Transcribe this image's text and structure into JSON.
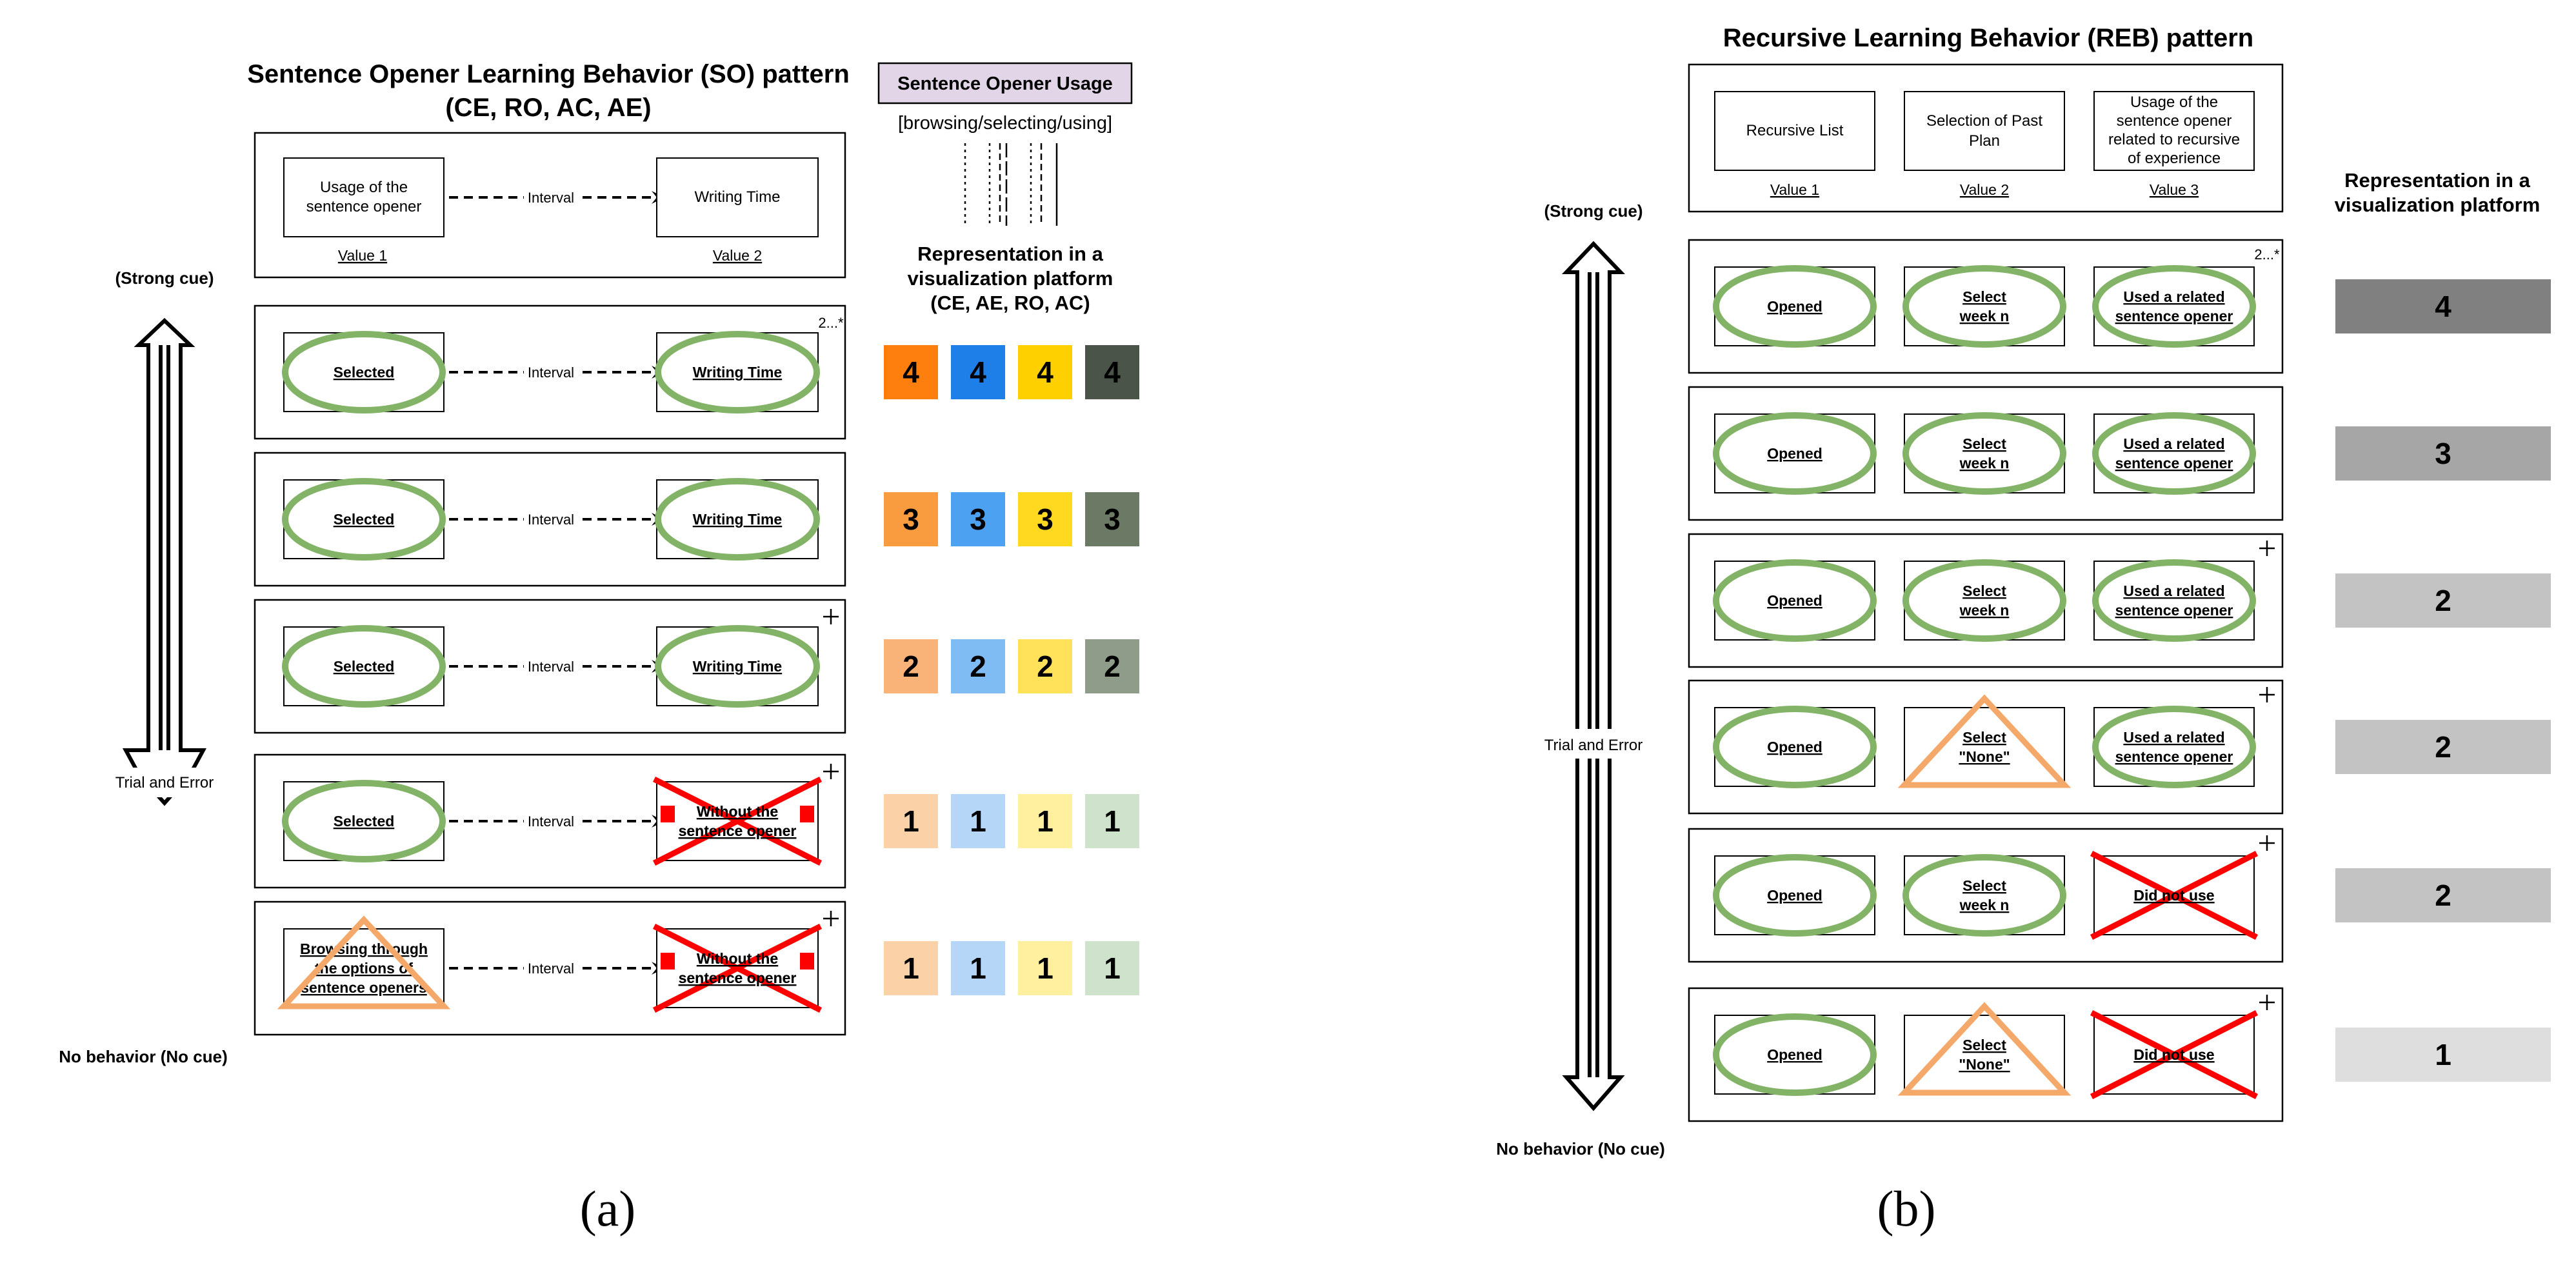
{
  "panel_a": {
    "title_line1": "Sentence Opener Learning Behavior (SO) pattern",
    "title_line2": "(CE, RO, AC, AE)",
    "usage_tag": "Sentence Opener Usage",
    "usage_bracket": "[browsing/selecting/using]",
    "rep_title": [
      "Representation in a",
      "visualization platform",
      "(CE, AE, RO, AC)"
    ],
    "strong_cue": "(Strong cue)",
    "trial_error": "Trial and Error",
    "no_behavior": "No behavior (No cue)",
    "header_box": {
      "value1_lines": [
        "Usage of the",
        "sentence opener"
      ],
      "value2": "Writing Time",
      "interval": "Interval",
      "value1_label": "Value 1",
      "value2_label": "Value 2"
    },
    "rows": [
      {
        "left_lines": [
          "Selected"
        ],
        "left_mark": "ellipse",
        "interval": "Interval",
        "right_lines": [
          "Writing Time"
        ],
        "right_mark": "ellipse",
        "badge": "2...*",
        "level": "4"
      },
      {
        "left_lines": [
          "Selected"
        ],
        "left_mark": "ellipse",
        "interval": "Interval",
        "right_lines": [
          "Writing Time"
        ],
        "right_mark": "ellipse",
        "badge": "",
        "level": "3"
      },
      {
        "left_lines": [
          "Selected"
        ],
        "left_mark": "ellipse",
        "interval": "Interval",
        "right_lines": [
          "Writing Time"
        ],
        "right_mark": "ellipse",
        "badge": "+",
        "level": "2"
      },
      {
        "left_lines": [
          "Selected"
        ],
        "left_mark": "ellipse",
        "interval": "Interval",
        "right_lines": [
          "Without the",
          "sentence opener"
        ],
        "right_mark": "cross",
        "badge": "+",
        "level": "1"
      },
      {
        "left_lines": [
          "Browsing through",
          "the options of",
          "sentence openers"
        ],
        "left_mark": "triangle",
        "interval": "Interval",
        "right_lines": [
          "Without the",
          "sentence opener"
        ],
        "right_mark": "cross",
        "badge": "+",
        "level": "1"
      }
    ],
    "color_scales": [
      [
        "#ff7f0e",
        "#1f7fe8",
        "#ffd000",
        "#4a5448"
      ],
      [
        "#f99b3f",
        "#4ca2f0",
        "#ffd820",
        "#6c7a65"
      ],
      [
        "#f9b277",
        "#80bcf4",
        "#ffe25a",
        "#8f9c89"
      ],
      [
        "#fbd2a8",
        "#b5d6f7",
        "#fff0a0",
        "#cfe2cb"
      ],
      [
        "#fbd2a8",
        "#b5d6f7",
        "#fff0a0",
        "#cfe2cb"
      ]
    ],
    "caption": "(a)"
  },
  "panel_b": {
    "title": "Recursive Learning Behavior (REB) pattern",
    "rep_title": [
      "Representation in a",
      "visualization platform"
    ],
    "strong_cue": "(Strong cue)",
    "trial_error": "Trial and Error",
    "no_behavior": "No behavior (No cue)",
    "header_box": {
      "v1_lines": [
        "Recursive List"
      ],
      "v2_lines": [
        "Selection of Past",
        "Plan"
      ],
      "v3_lines": [
        "Usage of the",
        "sentence opener",
        "related to recursive",
        "of experience"
      ],
      "v1_label": "Value 1",
      "v2_label": "Value 2",
      "v3_label": "Value 3"
    },
    "rows": [
      {
        "c1": [
          "Opened"
        ],
        "m1": "ellipse",
        "c2": [
          "Select",
          "week n"
        ],
        "m2": "ellipse",
        "c3": [
          "Used a related",
          "sentence opener"
        ],
        "m3": "ellipse",
        "badge": "2...*",
        "level": "4",
        "shade": "#808080"
      },
      {
        "c1": [
          "Opened"
        ],
        "m1": "ellipse",
        "c2": [
          "Select",
          "week n"
        ],
        "m2": "ellipse",
        "c3": [
          "Used a related",
          "sentence opener"
        ],
        "m3": "ellipse",
        "badge": "",
        "level": "3",
        "shade": "#a6a6a6"
      },
      {
        "c1": [
          "Opened"
        ],
        "m1": "ellipse",
        "c2": [
          "Select",
          "week n"
        ],
        "m2": "ellipse",
        "c3": [
          "Used a related",
          "sentence opener"
        ],
        "m3": "ellipse",
        "badge": "+",
        "level": "2",
        "shade": "#c3c3c3"
      },
      {
        "c1": [
          "Opened"
        ],
        "m1": "ellipse",
        "c2": [
          "Select",
          "\"None\""
        ],
        "m2": "triangle",
        "c3": [
          "Used a related",
          "sentence opener"
        ],
        "m3": "ellipse",
        "badge": "+",
        "level": "2",
        "shade": "#c3c3c3"
      },
      {
        "c1": [
          "Opened"
        ],
        "m1": "ellipse",
        "c2": [
          "Select",
          "week n"
        ],
        "m2": "ellipse",
        "c3": [
          "Did not use"
        ],
        "m3": "cross",
        "badge": "+",
        "level": "2",
        "shade": "#c3c3c3"
      },
      {
        "c1": [
          "Opened"
        ],
        "m1": "ellipse",
        "c2": [
          "Select",
          "\"None\""
        ],
        "m2": "triangle",
        "c3": [
          "Did not use"
        ],
        "m3": "cross",
        "badge": "+",
        "level": "1",
        "shade": "#dedede"
      }
    ],
    "caption": "(b)"
  },
  "marks": {
    "ellipse_color": "#82b366",
    "triangle_color": "#f4a96a",
    "cross_color": "#ff0000"
  }
}
